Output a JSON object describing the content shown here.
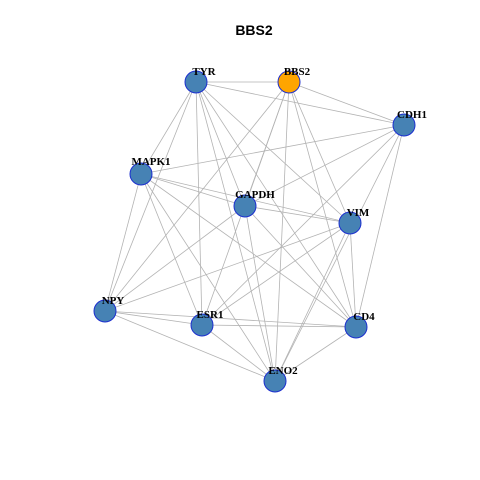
{
  "title": "BBS2",
  "colors": {
    "node_default": "#4682B4",
    "node_focus": "#FFA500",
    "node_border": "#1C2FCF",
    "edge": "#B3B3B3"
  },
  "focus_node": "BBS2",
  "nodes": [
    {
      "id": "TYR",
      "label": "TYR"
    },
    {
      "id": "BBS2",
      "label": "BBS2"
    },
    {
      "id": "CDH1",
      "label": "CDH1"
    },
    {
      "id": "MAPK1",
      "label": "MAPK1"
    },
    {
      "id": "GAPDH",
      "label": "GAPDH"
    },
    {
      "id": "VIM",
      "label": "VIM"
    },
    {
      "id": "NPY",
      "label": "NPY"
    },
    {
      "id": "ESR1",
      "label": "ESR1"
    },
    {
      "id": "CD4",
      "label": "CD4"
    },
    {
      "id": "ENO2",
      "label": "ENO2"
    }
  ],
  "edges": [
    [
      "TYR",
      "BBS2"
    ],
    [
      "TYR",
      "CDH1"
    ],
    [
      "TYR",
      "MAPK1"
    ],
    [
      "TYR",
      "GAPDH"
    ],
    [
      "TYR",
      "VIM"
    ],
    [
      "TYR",
      "NPY"
    ],
    [
      "TYR",
      "ESR1"
    ],
    [
      "TYR",
      "CD4"
    ],
    [
      "TYR",
      "ENO2"
    ],
    [
      "BBS2",
      "CDH1"
    ],
    [
      "BBS2",
      "GAPDH"
    ],
    [
      "BBS2",
      "VIM"
    ],
    [
      "BBS2",
      "NPY"
    ],
    [
      "BBS2",
      "ESR1"
    ],
    [
      "BBS2",
      "CD4"
    ],
    [
      "BBS2",
      "ENO2"
    ],
    [
      "CDH1",
      "MAPK1"
    ],
    [
      "CDH1",
      "GAPDH"
    ],
    [
      "CDH1",
      "ESR1"
    ],
    [
      "CDH1",
      "CD4"
    ],
    [
      "CDH1",
      "ENO2"
    ],
    [
      "MAPK1",
      "GAPDH"
    ],
    [
      "MAPK1",
      "VIM"
    ],
    [
      "MAPK1",
      "NPY"
    ],
    [
      "MAPK1",
      "ESR1"
    ],
    [
      "MAPK1",
      "CD4"
    ],
    [
      "MAPK1",
      "ENO2"
    ],
    [
      "GAPDH",
      "VIM"
    ],
    [
      "GAPDH",
      "NPY"
    ],
    [
      "GAPDH",
      "CD4"
    ],
    [
      "GAPDH",
      "ENO2"
    ],
    [
      "VIM",
      "NPY"
    ],
    [
      "VIM",
      "ESR1"
    ],
    [
      "VIM",
      "CD4"
    ],
    [
      "VIM",
      "ENO2"
    ],
    [
      "NPY",
      "ESR1"
    ],
    [
      "NPY",
      "CD4"
    ],
    [
      "NPY",
      "ENO2"
    ],
    [
      "ESR1",
      "CD4"
    ],
    [
      "ESR1",
      "ENO2"
    ],
    [
      "CD4",
      "ENO2"
    ]
  ]
}
